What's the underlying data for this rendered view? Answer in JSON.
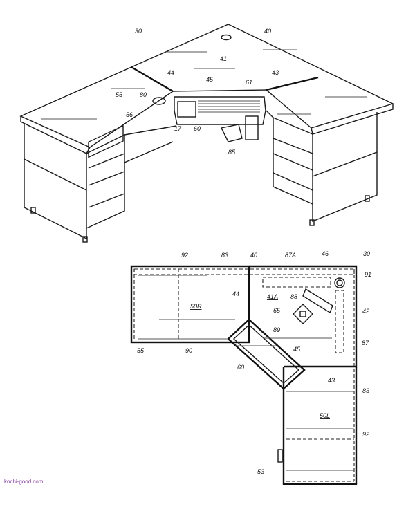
{
  "figure": {
    "perspective_view": {
      "labels": [
        "30",
        "40",
        "41",
        "44",
        "43",
        "45",
        "61",
        "55",
        "80",
        "56",
        "17",
        "60",
        "85"
      ]
    },
    "plan_view": {
      "labels": [
        "92",
        "83",
        "40",
        "87A",
        "46",
        "30",
        "91",
        "44",
        "41A",
        "88",
        "50R",
        "65",
        "42",
        "89",
        "87",
        "55",
        "90",
        "45",
        "60",
        "43",
        "83",
        "50L",
        "92",
        "53"
      ]
    }
  },
  "watermark": "kochi-good.com"
}
